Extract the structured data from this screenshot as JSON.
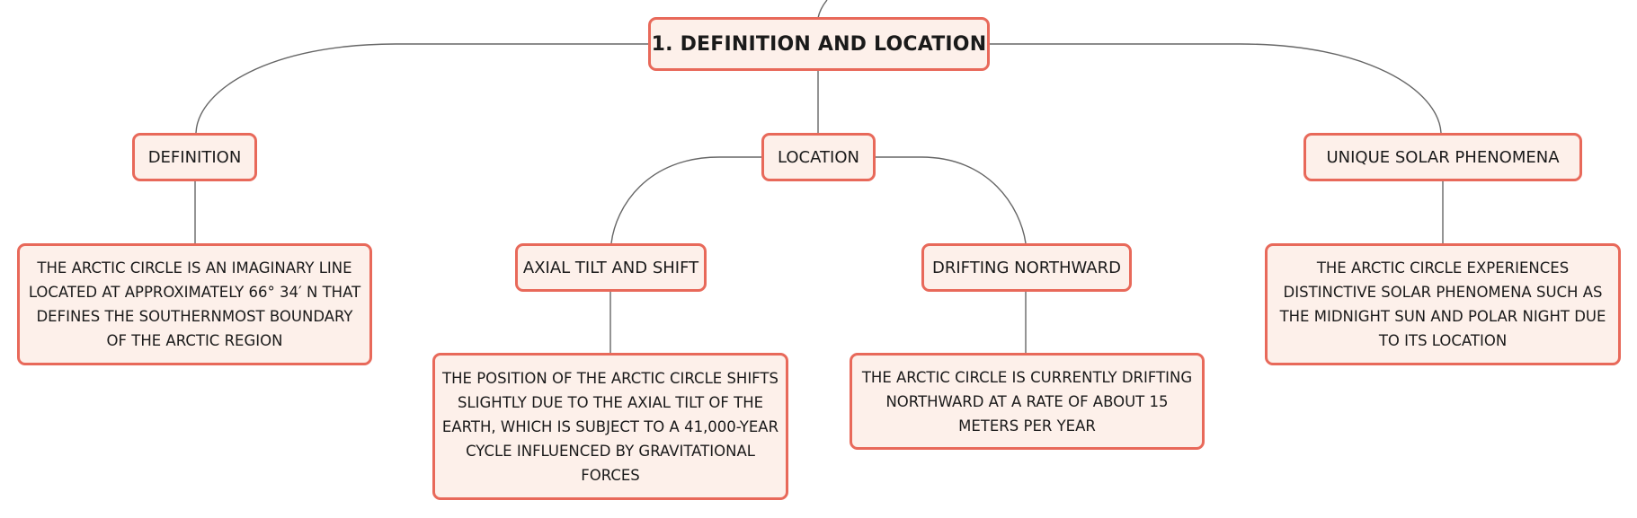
{
  "diagram": {
    "root": {
      "label": "1. DEFINITION AND LOCATION"
    },
    "branches": [
      {
        "label": "DEFINITION",
        "children": [
          {
            "text": "THE ARCTIC CIRCLE IS AN IMAGINARY LINE LOCATED AT APPROXIMATELY 66° 34′ N THAT DEFINES THE SOUTHERNMOST BOUNDARY OF THE ARCTIC REGION"
          }
        ]
      },
      {
        "label": "LOCATION",
        "children": [
          {
            "label": "AXIAL TILT AND SHIFT",
            "detail": "THE POSITION OF THE ARCTIC CIRCLE SHIFTS SLIGHTLY DUE TO THE AXIAL TILT OF THE EARTH, WHICH IS SUBJECT TO A 41,000-YEAR CYCLE INFLUENCED BY GRAVITATIONAL FORCES"
          },
          {
            "label": "DRIFTING NORTHWARD",
            "detail": "THE ARCTIC CIRCLE IS CURRENTLY DRIFTING NORTHWARD AT A RATE OF ABOUT 15 METERS PER YEAR"
          }
        ]
      },
      {
        "label": "UNIQUE SOLAR PHENOMENA",
        "children": [
          {
            "text": "THE ARCTIC CIRCLE EXPERIENCES DISTINCTIVE SOLAR PHENOMENA SUCH AS THE MIDNIGHT SUN AND POLAR NIGHT DUE TO ITS LOCATION"
          }
        ]
      }
    ]
  },
  "colors": {
    "node_border": "#e8695a",
    "node_fill": "#fdf0ea",
    "connector": "#666666",
    "text": "#1a1a1a"
  }
}
